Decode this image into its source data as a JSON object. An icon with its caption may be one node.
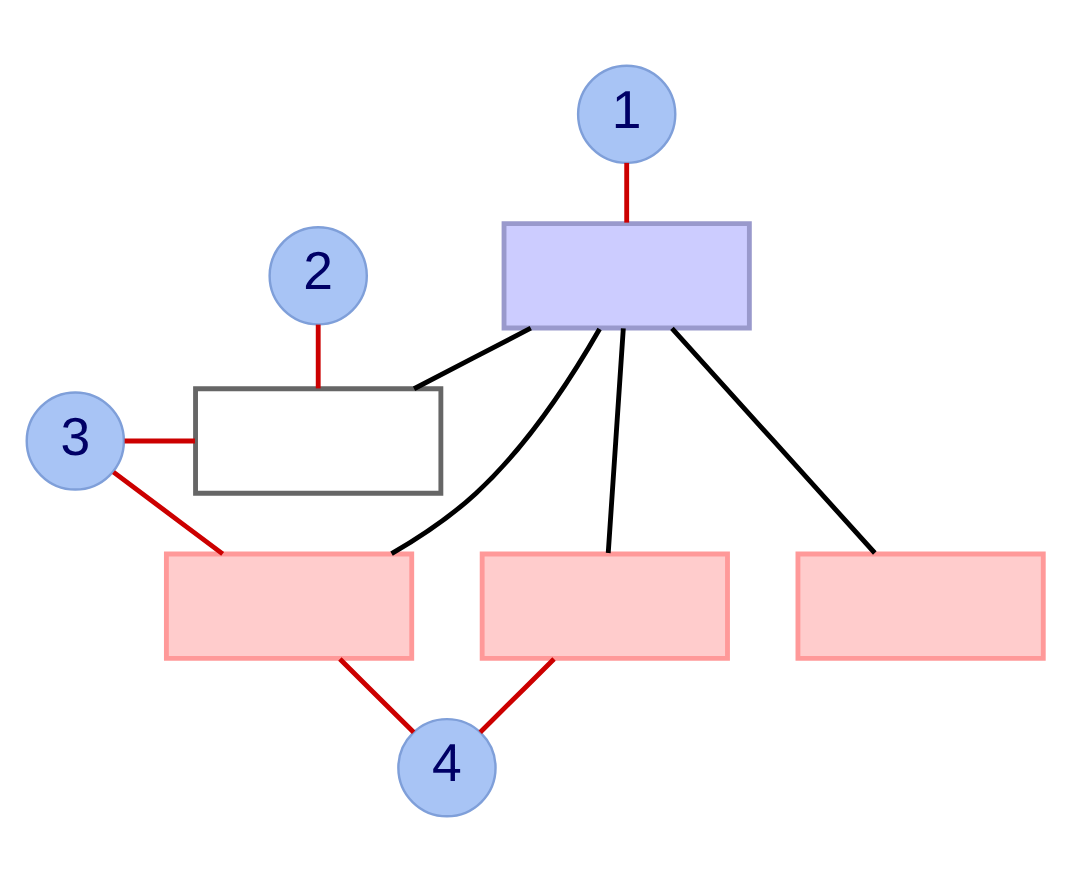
{
  "diagram": {
    "nodes": [
      {
        "text": [
          "1"
        ]
      },
      {
        "text": [],
        "shape": "box"
      },
      {
        "text": [
          "2"
        ]
      },
      {
        "text": [],
        "shape": "box"
      },
      {
        "text": [
          "3"
        ]
      },
      {
        "text": [],
        "shape": "box"
      },
      {
        "text": [],
        "shape": "box"
      },
      {
        "text": [],
        "shape": "box"
      },
      {
        "text": [
          "4"
        ]
      }
    ],
    "edges": [
      {
        "from": 0,
        "to": 1,
        "arrow": "none"
      },
      {
        "from": 1,
        "to": 3,
        "arrow": "none",
        "color": "#000000"
      },
      {
        "from": 1,
        "to": 5,
        "arrow": "none",
        "color": "#000000"
      },
      {
        "from": 1,
        "to": 6,
        "arrow": "none",
        "color": "#000000"
      },
      {
        "from": 1,
        "to": 7,
        "arrow": "none",
        "color": "#000000"
      },
      {
        "from": 2,
        "to": 3,
        "arrow": "none"
      },
      {
        "from": 4,
        "to": 3,
        "arrow": "none"
      },
      {
        "from": 4,
        "to": 5,
        "arrow": "none"
      },
      {
        "from": 8,
        "to": 5,
        "arrow": "none"
      },
      {
        "from": 8,
        "to": 6,
        "arrow": "none"
      }
    ]
  }
}
